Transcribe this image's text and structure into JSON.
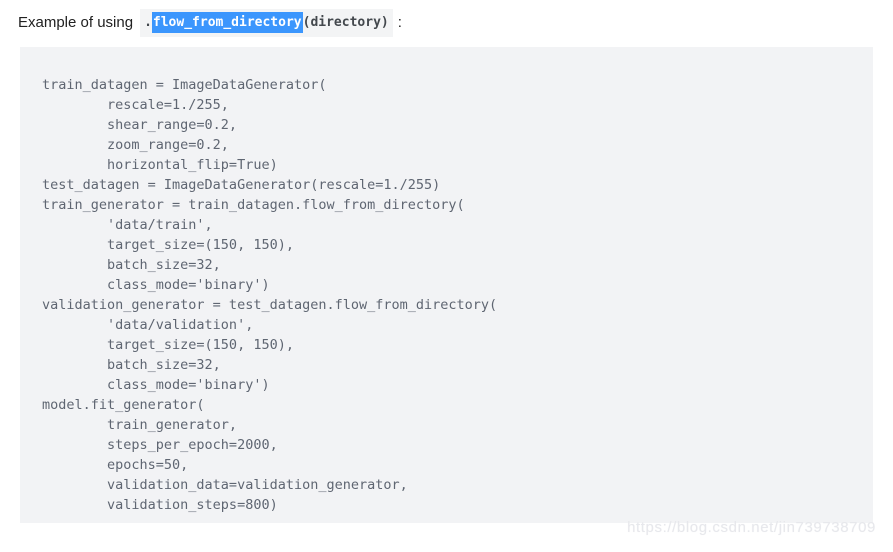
{
  "heading": {
    "prefix": "Example of using",
    "code": {
      "before_highlight": ".",
      "highlight": "flow_from_directory",
      "after_highlight": "(directory)"
    },
    "suffix": ":"
  },
  "code_block": {
    "lines": [
      "train_datagen = ImageDataGenerator(",
      "        rescale=1./255,",
      "        shear_range=0.2,",
      "        zoom_range=0.2,",
      "        horizontal_flip=True)",
      "test_datagen = ImageDataGenerator(rescale=1./255)",
      "train_generator = train_datagen.flow_from_directory(",
      "        'data/train',",
      "        target_size=(150, 150),",
      "        batch_size=32,",
      "        class_mode='binary')",
      "validation_generator = test_datagen.flow_from_directory(",
      "        'data/validation',",
      "        target_size=(150, 150),",
      "        batch_size=32,",
      "        class_mode='binary')",
      "model.fit_generator(",
      "        train_generator,",
      "        steps_per_epoch=2000,",
      "        epochs=50,",
      "        validation_data=validation_generator,",
      "        validation_steps=800)"
    ]
  },
  "watermark": "https://blog.csdn.net/jin739738709",
  "colors": {
    "highlight_bg": "#3b96fd",
    "highlight_text": "#ffffff",
    "inline_code_bg": "#f3f4f5",
    "inline_code_text": "#43484d",
    "code_block_bg": "#f2f3f5",
    "code_text": "#5f6672",
    "heading_text": "#212121",
    "watermark_text": "#e7e8ec",
    "page_bg": "#ffffff"
  }
}
